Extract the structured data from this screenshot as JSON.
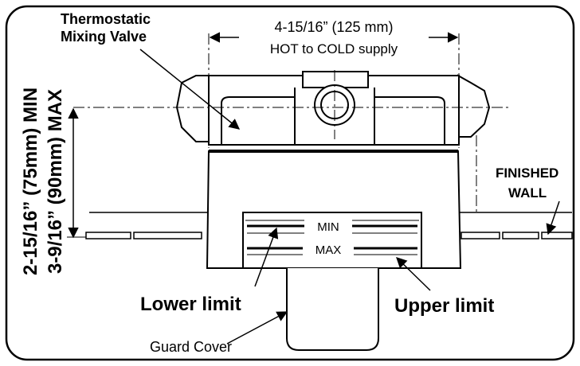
{
  "labels": {
    "valve_line1": "Thermostatic",
    "valve_line2": "Mixing Valve",
    "spacing_dim": "4-15/16” (125 mm)",
    "spacing_note": "HOT to COLD supply",
    "depth_min": "2-15/16” (75mm) MIN",
    "depth_max": "3-9/16” (90mm) MAX",
    "finished_line1": "FINISHED",
    "finished_line2": "WALL",
    "min_mark": "MIN",
    "max_mark": "MAX",
    "lower_limit": "Lower limit",
    "upper_limit": "Upper limit",
    "guard_cover": "Guard Cover"
  }
}
